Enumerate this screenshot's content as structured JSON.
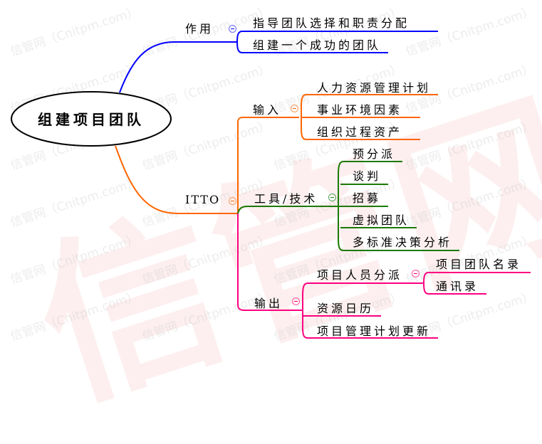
{
  "watermark": {
    "small": "信管网（Cnitpm.com）",
    "big": "信管网"
  },
  "colors": {
    "purpose": "#0000ff",
    "itto": "#ff6600",
    "tools": "#1a7a00",
    "output": "#ff0080"
  },
  "root": {
    "label": "组建项目团队"
  },
  "purpose": {
    "label": "作用",
    "children": [
      "指导团队选择和职责分配",
      "组建一个成功的团队"
    ]
  },
  "itto": {
    "label": "ITTO",
    "inputs": {
      "label": "输入",
      "children": [
        "人力资源管理计划",
        "事业环境因素",
        "组织过程资产"
      ]
    },
    "tools": {
      "label": "工具/技术",
      "children": [
        "预分派",
        "谈判",
        "招募",
        "虚拟团队",
        "多标准决策分析"
      ]
    },
    "outputs": {
      "label": "输出",
      "children": [
        "项目人员分派",
        "资源日历",
        "项目管理计划更新"
      ],
      "assignment_children": [
        "项目团队名录",
        "通讯录"
      ]
    }
  }
}
